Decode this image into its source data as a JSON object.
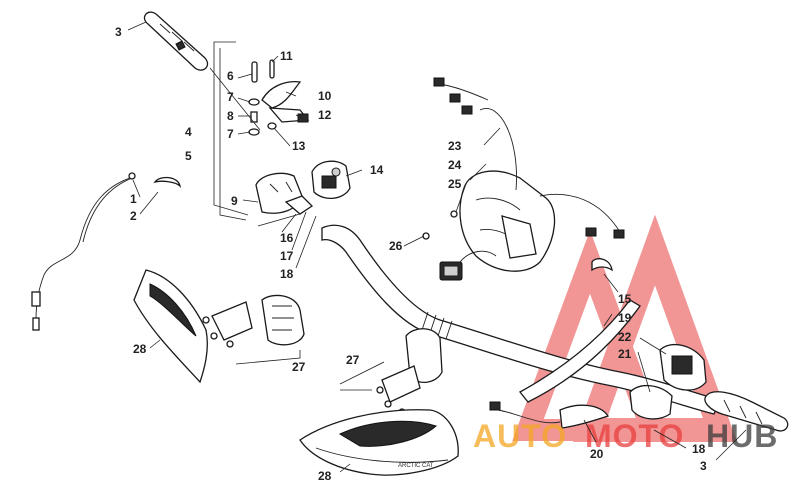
{
  "callouts": {
    "c1": "1",
    "c2": "2",
    "c3a": "3",
    "c3b": "3",
    "c4": "4",
    "c5": "5",
    "c6": "6",
    "c7a": "7",
    "c7b": "7",
    "c8": "8",
    "c9": "9",
    "c10": "10",
    "c11": "11",
    "c12": "12",
    "c13": "13",
    "c14": "14",
    "c15": "15",
    "c16": "16",
    "c17": "17",
    "c18a": "18",
    "c18b": "18",
    "c19": "19",
    "c20": "20",
    "c21": "21",
    "c22": "22",
    "c23": "23",
    "c24": "24",
    "c25": "25",
    "c26": "26",
    "c27a": "27",
    "c27b": "27",
    "c28a": "28",
    "c28b": "28"
  },
  "hood_text": "ARCTIC CAT",
  "watermark": {
    "text_a": "AUTO",
    "text_b": "MOTO",
    "text_c": "HUB",
    "color_orange": "#f5a623",
    "color_red": "#e8403f",
    "color_dark": "#3b3b3b"
  }
}
